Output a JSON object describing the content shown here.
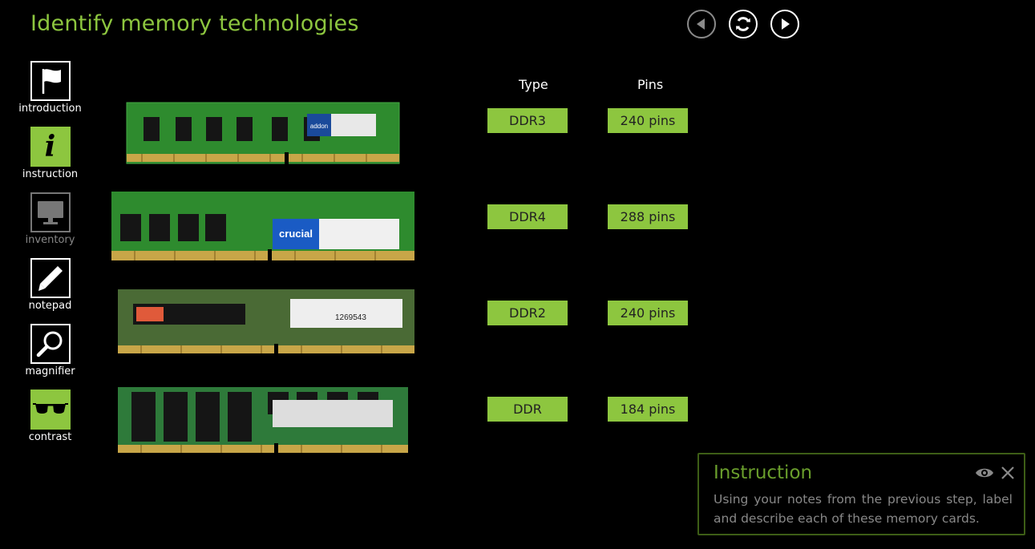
{
  "page": {
    "title": "Identify memory technologies"
  },
  "nav": {
    "back": {
      "icon": "back-arrow-icon",
      "enabled": false
    },
    "reload": {
      "icon": "reload-icon"
    },
    "forward": {
      "icon": "forward-arrow-icon"
    }
  },
  "sidebar": {
    "items": [
      {
        "label": "introduction",
        "icon": "flag-icon",
        "state": "normal"
      },
      {
        "label": "instruction",
        "icon": "info-icon",
        "state": "active"
      },
      {
        "label": "inventory",
        "icon": "monitor-icon",
        "state": "disabled"
      },
      {
        "label": "notepad",
        "icon": "pencil-icon",
        "state": "normal"
      },
      {
        "label": "magnifier",
        "icon": "magnifier-icon",
        "state": "normal"
      },
      {
        "label": "contrast",
        "icon": "glasses-icon",
        "state": "active"
      }
    ]
  },
  "table": {
    "headers": {
      "type": "Type",
      "pins": "Pins"
    },
    "rows": [
      {
        "type": "DDR3",
        "pins": "240 pins",
        "label_text": "addon"
      },
      {
        "type": "DDR4",
        "pins": "288 pins",
        "label_text": "crucial"
      },
      {
        "type": "DDR2",
        "pins": "240 pins",
        "label_text": "1269543"
      },
      {
        "type": "DDR",
        "pins": "184 pins",
        "label_text": ""
      }
    ]
  },
  "instruction_panel": {
    "title": "Instruction",
    "text": "Using your notes from the previous step, label and describe each of these memory cards."
  },
  "colors": {
    "accent": "#8dc63f",
    "panel_border": "#3d5e16",
    "background": "#000000"
  }
}
